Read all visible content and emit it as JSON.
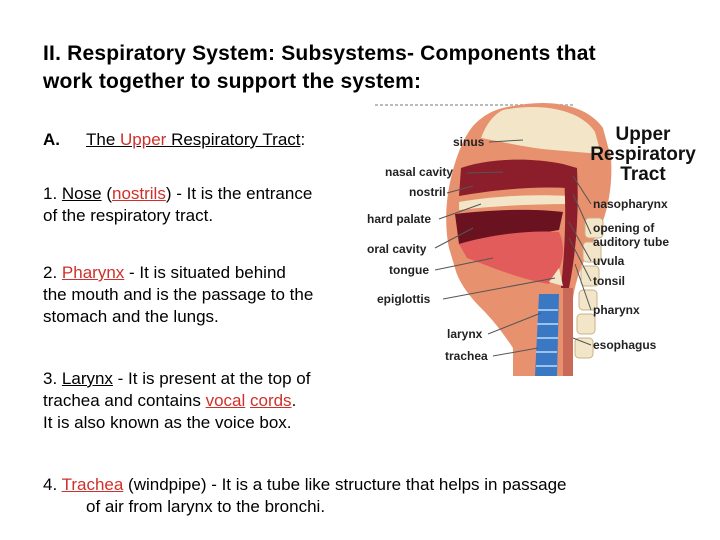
{
  "title": {
    "line1": "II. Respiratory System: Subsystems- Components that",
    "line2": "work together to support the system:"
  },
  "section": {
    "letter": "A.",
    "prefix": "The ",
    "highlight": "Upper",
    "suffix": " Respiratory Tract",
    "colon": ":"
  },
  "items": {
    "nose": {
      "number": "1. ",
      "term": "Nose",
      "open": " (",
      "alt": "nostrils",
      "text": ") - It is the entrance",
      "line2": "of the respiratory tract."
    },
    "pharynx": {
      "number": "2. ",
      "term": "Pharynx",
      "text": " - It is situated behind",
      "line2": "the mouth and is the passage to the",
      "line3": "stomach and the lungs."
    },
    "larynx": {
      "number": "3. ",
      "term": "Larynx",
      "text": " - It is present at the top of",
      "line2a": "trachea and contains ",
      "term2": "vocal",
      "space": " ",
      "term3": "cords",
      "period": ".",
      "line3": "It is also known as the voice box."
    },
    "trachea": {
      "number": "4. ",
      "term": "Trachea",
      "text": " (windpipe) - It is a tube like structure that helps in passage",
      "line2": "of air from larynx to the bronchi."
    }
  },
  "diagram": {
    "header": [
      "Upper",
      "Respiratory",
      "Tract"
    ],
    "labels_left": [
      "sinus",
      "nasal cavity",
      "nostril",
      "hard palate",
      "oral cavity",
      "tongue",
      "epiglottis",
      "larynx",
      "trachea"
    ],
    "labels_right": [
      "nasopharynx",
      "opening of",
      "auditory tube",
      "uvula",
      "tonsil",
      "pharynx",
      "esophagus"
    ]
  },
  "colors": {
    "highlight": "#d0302a",
    "tissue": "#e8916f",
    "cavity": "#8b1e2a",
    "bone": "#f3e6c8",
    "airway": "#3b78c4"
  }
}
